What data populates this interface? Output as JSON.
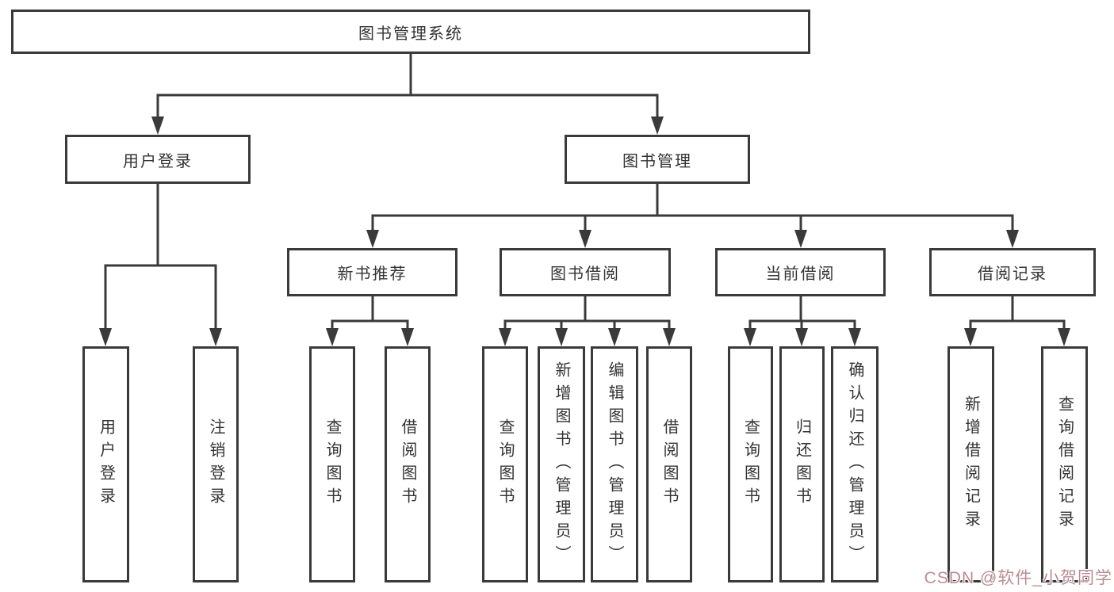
{
  "diagram": {
    "title": "图书管理系统",
    "root": {
      "label": "图书管理系统"
    },
    "level2": {
      "user_login": {
        "label": "用户登录"
      },
      "book_management": {
        "label": "图书管理"
      }
    },
    "level3": {
      "new_book_recommend": {
        "label": "新书推荐"
      },
      "book_borrowing": {
        "label": "图书借阅"
      },
      "current_borrowing": {
        "label": "当前借阅"
      },
      "borrow_records": {
        "label": "借阅记录"
      }
    },
    "leaves": {
      "user_login": {
        "label": "用户登录"
      },
      "logout": {
        "label": "注销登录"
      },
      "nb_query_books": {
        "label": "查询图书"
      },
      "nb_borrow_books": {
        "label": "借阅图书"
      },
      "bb_query_books": {
        "label": "查询图书"
      },
      "bb_add_books": {
        "label": "新增图书（管理员）"
      },
      "bb_edit_books": {
        "label": "编辑图书（管理员）"
      },
      "bb_borrow_books": {
        "label": "借阅图书"
      },
      "cb_query_books": {
        "label": "查询图书"
      },
      "cb_return_books": {
        "label": "归还图书"
      },
      "cb_confirm_return": {
        "label": "确认归还（管理员）"
      },
      "br_add_record": {
        "label": "新增借阅记录"
      },
      "br_query_record": {
        "label": "查询借阅记录"
      }
    }
  },
  "watermark": {
    "text": "CSDN @软件_小贺同学",
    "color": "#bb8d91"
  },
  "colors": {
    "line": "#3a3a3a",
    "border": "#3a3a3a",
    "text": "#333333",
    "background": "#ffffff"
  }
}
